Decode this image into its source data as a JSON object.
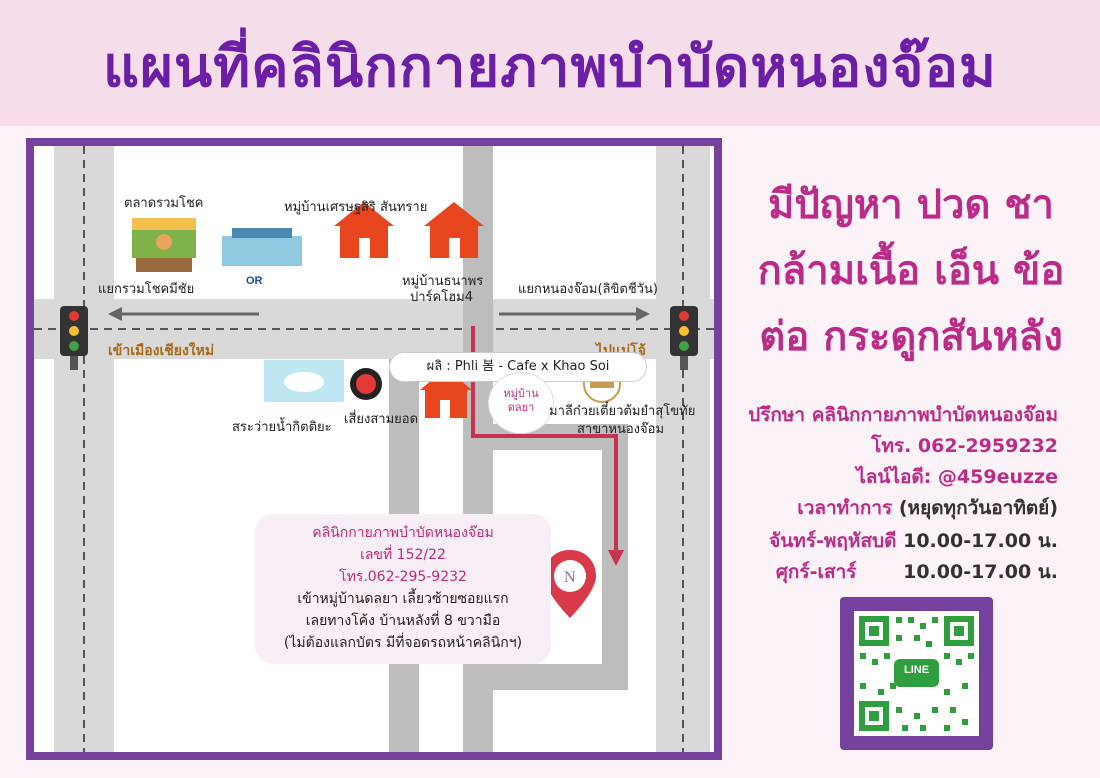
{
  "title": "แผนที่คลินิกกายภาพบำบัดหนองจ๊อม",
  "map": {
    "landmarks": {
      "market": "ตลาดรวมโชค",
      "village_setthasiri": "หมู่บ้านเศรษฐสิริ สันทราย",
      "village_thanaphon": "หมู่บ้านธนาพร",
      "park_home": "ปาร์คโฮม4",
      "junction_ruamchok": "แยกรวมโชคมีชัย",
      "junction_nongjom": "แยกหนองจ๊อม(ลิขิตชีวัน)",
      "to_city": "เข้าเมืองเชียงใหม่",
      "to_maejo": "ไปแม่โจ้",
      "cafe": "ผลิ : Phli 봄 - Cafe x Khao Soi",
      "village_dalaya_1": "หมู่บ้าน",
      "village_dalaya_2": "ดลยา",
      "noodle_1": "มาลีก๋วยเตี๋ยวต้มยำสุโขทัย",
      "noodle_2": "สาขาหนองจ๊อม",
      "pool": "สระว่ายน้ำกิตติยะ",
      "samyot": "เสี่ยงสามยอด",
      "gas_station": "OR"
    },
    "clinic_box": {
      "name": "คลินิกกายภาพบำบัดหนองจ๊อม",
      "number": "เลขที่ 152/22",
      "phone": "โทร.062-295-9232",
      "dir1": "เข้าหมู่บ้านดลยา เลี้ยวซ้ายซอยแรก",
      "dir2": "เลยทางโค้ง บ้านหลังที่ 8 ขวามือ",
      "dir3": "(ไม่ต้องแลกบัตร มีที่จอดรถหน้าคลินิกฯ)"
    }
  },
  "symptoms": {
    "line1": "มีปัญหา ปวด ชา",
    "line2": "กล้ามเนื้อ เอ็น ข้อ",
    "line3": "ต่อ กระดูกสันหลัง"
  },
  "info": {
    "consult": "ปรึกษา คลินิกกายภาพบำบัดหนองจ๊อม",
    "phone": "โทร. 062-2959232",
    "line_id": "ไลน์ไอดี: @459euzze",
    "hours_label": "เวลาทำการ",
    "closed": "(หยุดทุกวันอาทิตย์)",
    "days1": "จันทร์-พฤหัสบดี",
    "time1": "10.00-17.00 น.",
    "days2": "ศุกร์-เสาร์",
    "time2": "10.00-17.00 น."
  },
  "qr": {
    "badge": "LINE"
  },
  "colors": {
    "title": "#6a1fa6",
    "accent": "#bb2c88",
    "frame": "#74419c",
    "route": "#c6324f",
    "house": "#e8461f"
  }
}
